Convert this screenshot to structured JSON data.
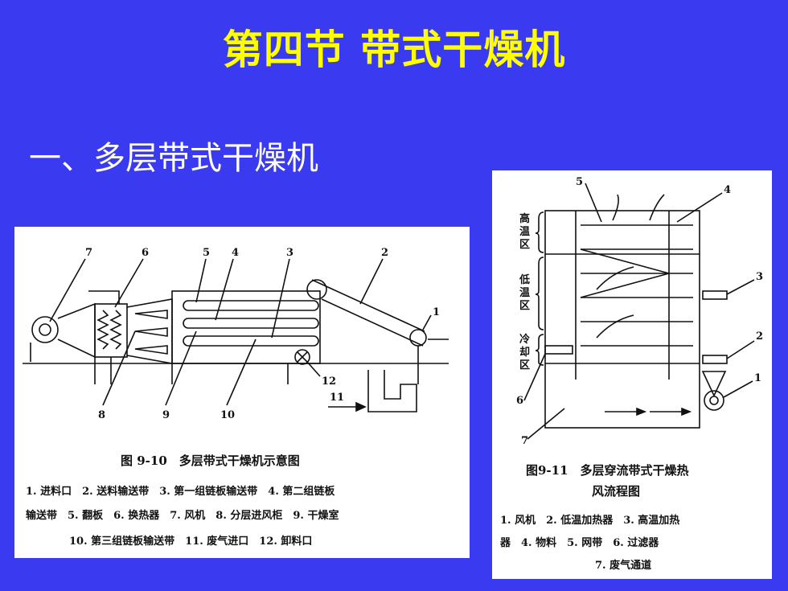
{
  "slide": {
    "title": "第四节 带式干燥机",
    "subtitle": "一、多层带式干燥机"
  },
  "figure_left": {
    "caption": "图 9-10　多层带式干燥机示意图",
    "legend_lines": [
      "1. 进料口　2. 送料输送带　3. 第一组链板输送带　4. 第二组链板",
      "输送带　5. 翻板　6. 换热器　7. 风机　8. 分层进风柜　9. 干燥室",
      "10. 第三组链板输送带　11. 废气进口　12. 卸料口"
    ],
    "labels": {
      "n1": "1",
      "n2": "2",
      "n3": "3",
      "n4": "4",
      "n5": "5",
      "n6": "6",
      "n7": "7",
      "n8": "8",
      "n9": "9",
      "n10": "10",
      "n11": "11",
      "n12": "12"
    }
  },
  "figure_right": {
    "caption_line1": "图9-11　多层穿流带式干燥热",
    "caption_line2": "风流程图",
    "legend_lines": [
      "1. 风机　2. 低温加热器　3. 高温加热",
      "器　4. 物料　5. 网带　6. 过滤器",
      "7. 废气通道"
    ],
    "zones": {
      "high": [
        "高",
        "温",
        "区"
      ],
      "low": [
        "低",
        "温",
        "区"
      ],
      "cool": [
        "冷",
        "却",
        "区"
      ]
    },
    "labels": {
      "n1": "1",
      "n2": "2",
      "n3": "3",
      "n4": "4",
      "n5": "5",
      "n6": "6",
      "n7": "7"
    }
  }
}
